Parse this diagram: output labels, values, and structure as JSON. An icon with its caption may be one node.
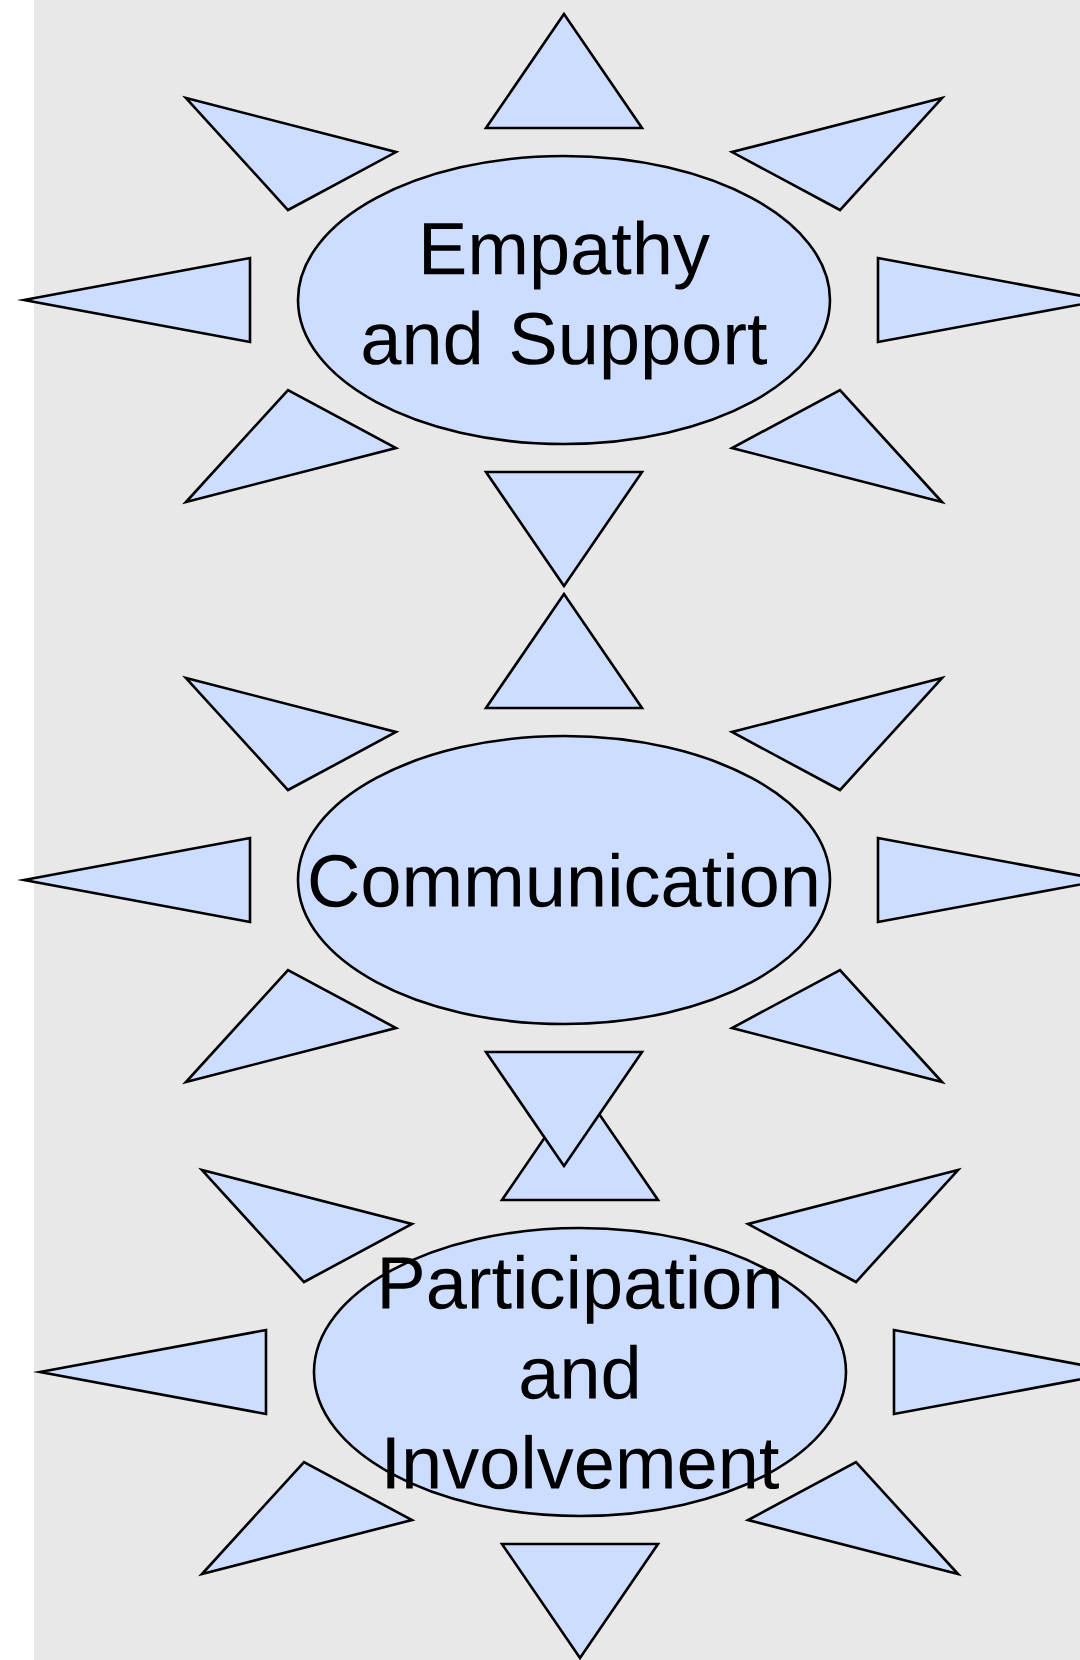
{
  "diagram": {
    "nodes": [
      {
        "text": [
          "Empathy and Support"
        ]
      },
      {
        "text": [
          "Communication"
        ]
      },
      {
        "text": [
          "Participation and Involvement"
        ]
      }
    ]
  }
}
